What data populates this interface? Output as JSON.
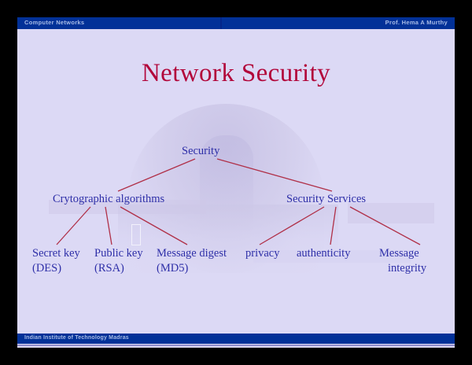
{
  "slide": {
    "header": {
      "left_label": "Computer Networks",
      "right_label": "Prof. Hema A Murthy"
    },
    "footer": {
      "label": "Indian Institute of Technology Madras"
    },
    "title": "Network Security",
    "colors": {
      "background": "#dcd9f5",
      "bar_blue": "#023198",
      "bar_text": "#a9bbe6",
      "title_red": "#b2063a",
      "node_blue": "#2e2fa8",
      "edge_red": "#b03048",
      "outer_border": "#000000"
    }
  },
  "diagram": {
    "type": "tree",
    "nodes": [
      {
        "id": "security",
        "label": "Security",
        "level": 0
      },
      {
        "id": "crypto",
        "label": "Crytographic algorithms",
        "level": 1
      },
      {
        "id": "services",
        "label": "Security Services",
        "level": 1
      },
      {
        "id": "secret_key",
        "line1": "Secret key",
        "line2": "(DES)",
        "level": 2
      },
      {
        "id": "public_key",
        "line1": "Public key",
        "line2": "(RSA)",
        "level": 2
      },
      {
        "id": "message_digest",
        "line1": "Message digest",
        "line2": "(MD5)",
        "level": 2
      },
      {
        "id": "privacy",
        "line1": "privacy",
        "line2": "",
        "level": 2
      },
      {
        "id": "authenticity",
        "line1": "authenticity",
        "line2": "",
        "level": 2
      },
      {
        "id": "message_integrity",
        "line1": "Message",
        "line2": "integrity",
        "level": 2
      }
    ],
    "edges": [
      {
        "from": "security",
        "to": "crypto"
      },
      {
        "from": "security",
        "to": "services"
      },
      {
        "from": "crypto",
        "to": "secret_key"
      },
      {
        "from": "crypto",
        "to": "public_key"
      },
      {
        "from": "crypto",
        "to": "message_digest"
      },
      {
        "from": "services",
        "to": "privacy"
      },
      {
        "from": "services",
        "to": "authenticity"
      },
      {
        "from": "services",
        "to": "message_integrity"
      }
    ]
  }
}
